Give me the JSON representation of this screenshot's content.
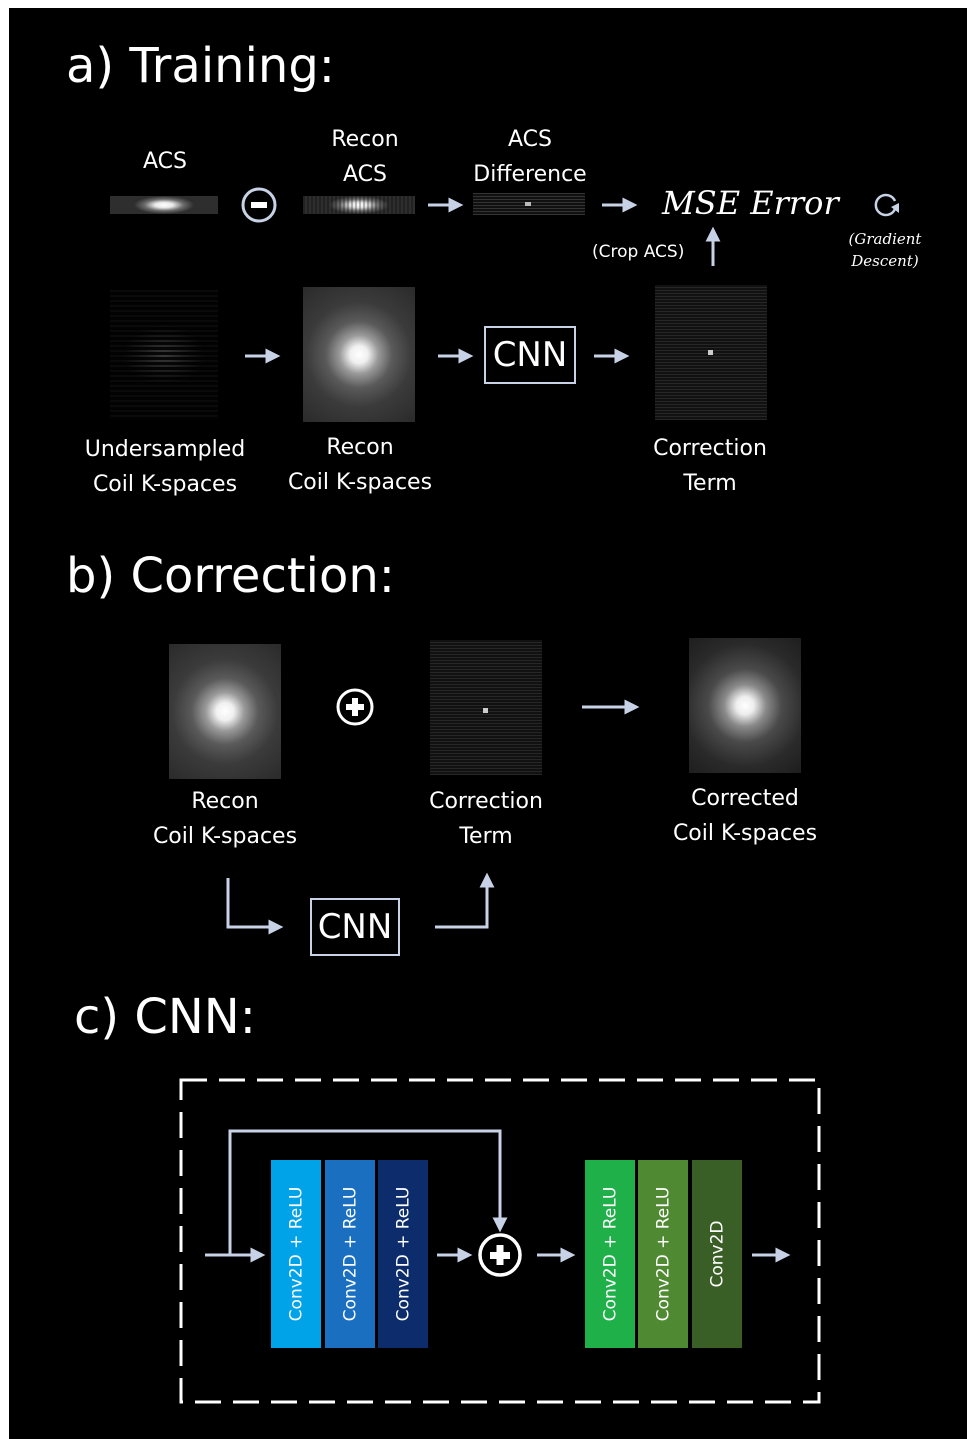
{
  "sections": {
    "training": "a) Training:",
    "correction": "b) Correction:",
    "cnn": "c) CNN:"
  },
  "training": {
    "acs_label": "ACS",
    "recon_acs_label": "Recon\nACS",
    "acs_difference_label": "ACS\nDifference",
    "mse_error": "MSE Error",
    "gradient_descent": "(Gradient\nDescent)",
    "crop_acs": "(Crop ACS)",
    "undersampled_label": "Undersampled\nCoil K-spaces",
    "recon_label": "Recon\nCoil K-spaces",
    "cnn_label": "CNN",
    "correction_term_label": "Correction\nTerm"
  },
  "correction": {
    "recon_label": "Recon\nCoil K-spaces",
    "correction_term_label": "Correction\nTerm",
    "corrected_label": "Corrected\nCoil K-spaces",
    "cnn_label": "CNN"
  },
  "cnn_arch": {
    "layers": [
      {
        "label": "Conv2D + ReLU",
        "color": "#00a2e8"
      },
      {
        "label": "Conv2D + ReLU",
        "color": "#1a6fc0"
      },
      {
        "label": "Conv2D + ReLU",
        "color": "#0d2c6b"
      },
      {
        "label": "Conv2D + ReLU",
        "color": "#1fb04a"
      },
      {
        "label": "Conv2D + ReLU",
        "color": "#4f8a32"
      },
      {
        "label": "Conv2D",
        "color": "#3a5f26"
      }
    ]
  },
  "colors": {
    "background": "#000000",
    "arrow": "#c7d2e6",
    "text": "#ffffff"
  }
}
